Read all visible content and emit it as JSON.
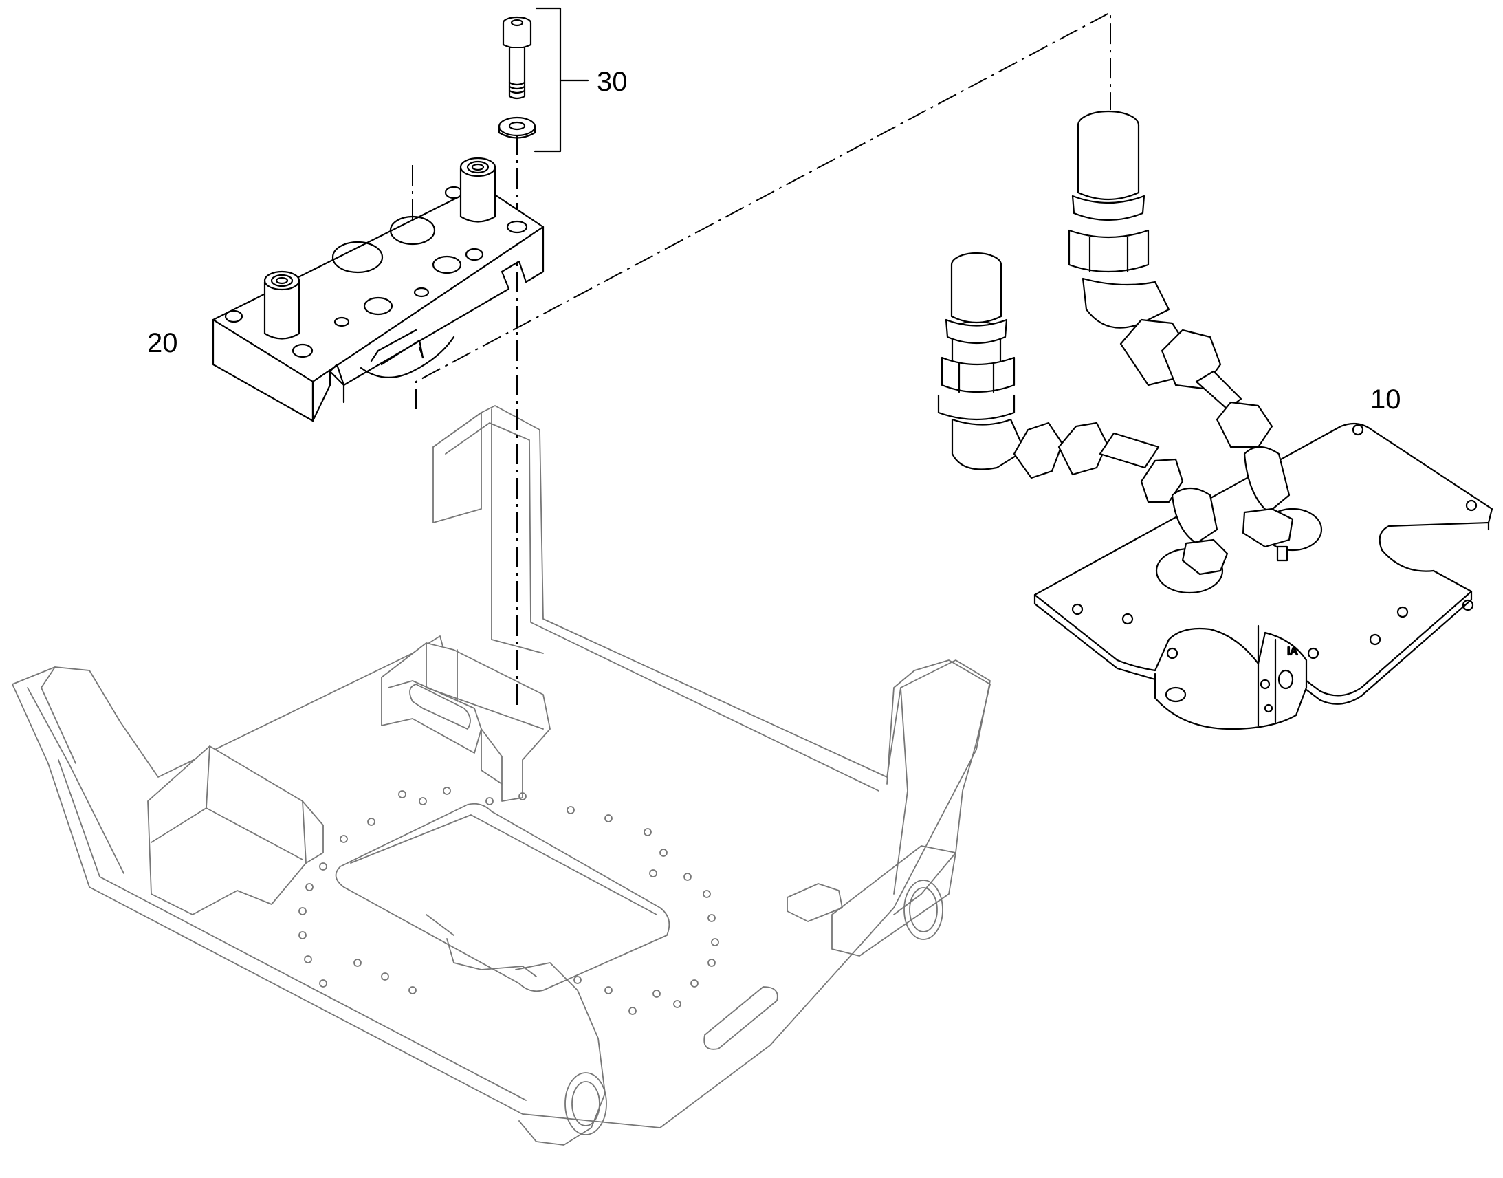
{
  "diagram": {
    "callouts": [
      {
        "id": "10",
        "label": "10"
      },
      {
        "id": "20",
        "label": "20"
      },
      {
        "id": "30",
        "label": "30"
      }
    ],
    "valve_marking": "IA",
    "colors": {
      "lines": "#000000",
      "ghost_frame": "#777777",
      "background": "#ffffff"
    }
  }
}
